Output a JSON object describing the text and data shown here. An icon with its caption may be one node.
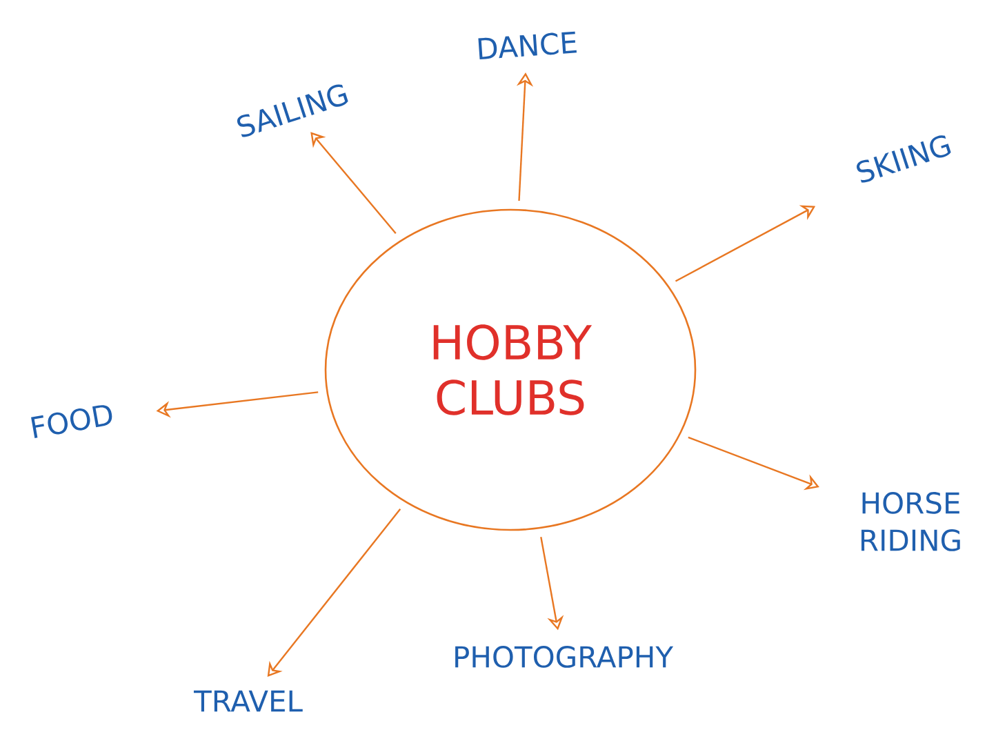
{
  "diagram": {
    "nodes": [
      {
        "text": [
          "HOBBY CLUBS"
        ]
      },
      {
        "text": [
          "SAILING"
        ]
      },
      {
        "text": [
          "DANCE"
        ]
      },
      {
        "text": [
          "SKIING"
        ]
      },
      {
        "text": [
          "FOOD"
        ]
      },
      {
        "text": [
          "HORSE RIDING"
        ]
      },
      {
        "text": [
          "TRAVEL"
        ]
      },
      {
        "text": [
          "PHOTOGRAPHY"
        ]
      }
    ],
    "edges": [
      {
        "from": 0,
        "to": 1,
        "arrow": "to"
      },
      {
        "from": 0,
        "to": 2,
        "arrow": "to"
      },
      {
        "from": 0,
        "to": 3,
        "arrow": "to"
      },
      {
        "from": 0,
        "to": 4,
        "arrow": "to"
      },
      {
        "from": 0,
        "to": 5,
        "arrow": "to"
      },
      {
        "from": 0,
        "to": 6,
        "arrow": "to"
      },
      {
        "from": 0,
        "to": 7,
        "arrow": "to"
      }
    ]
  }
}
